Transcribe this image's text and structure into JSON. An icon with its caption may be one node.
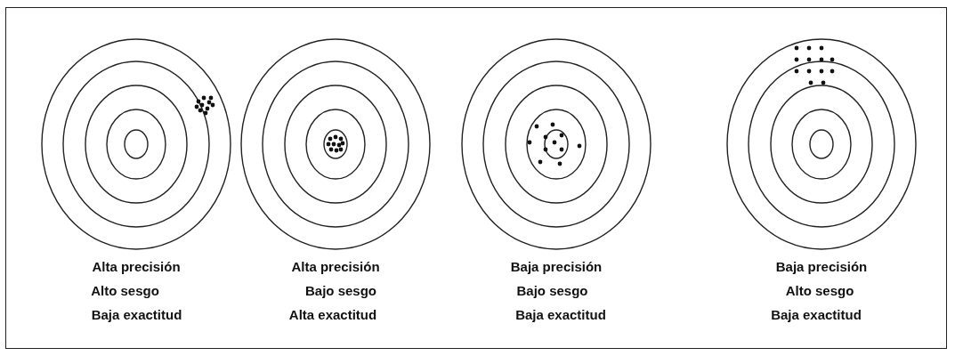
{
  "diagram": {
    "nodes": [
      {
        "text": [],
        "shape": "picture",
        "beside": [
          "Alta precisión",
          "Alto sesgo",
          "Baja exactitud"
        ]
      },
      {
        "text": [],
        "shape": "picture",
        "beside": [
          "Alta precisión",
          "Bajo sesgo",
          "Alta exactitud"
        ]
      },
      {
        "text": [],
        "shape": "picture",
        "beside": [
          "Baja precisión",
          "Bajo sesgo",
          "Baja exactitud"
        ]
      },
      {
        "text": [],
        "shape": "picture",
        "beside": [
          "Baja precisión",
          "Alto sesgo",
          "Baja exactitud"
        ]
      }
    ]
  }
}
